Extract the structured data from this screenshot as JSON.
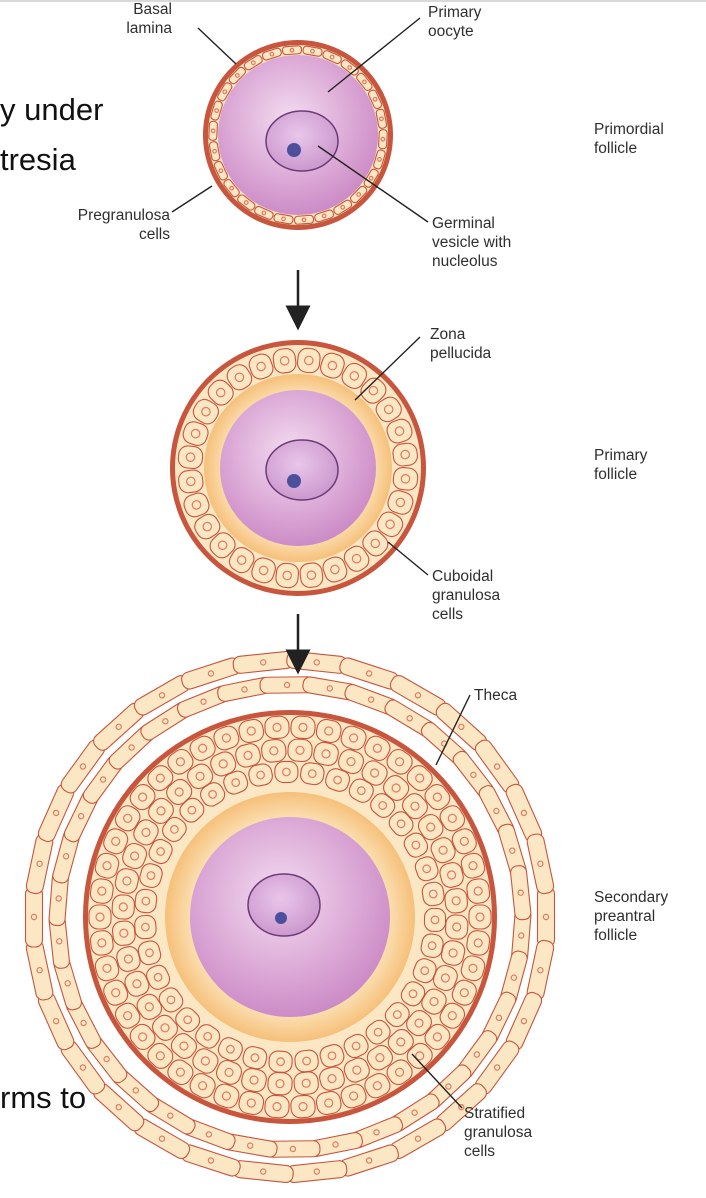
{
  "labels": {
    "basal_lamina": "Basal\nlamina",
    "primary_oocyte": "Primary\noocyte",
    "pregranulosa_cells": "Pregranulosa\ncells",
    "germinal_vesicle": "Germinal\nvesicle with\nnucleolus",
    "zona_pellucida": "Zona\npellucida",
    "cuboidal_granulosa": "Cuboidal\ngranulosa\ncells",
    "theca": "Theca",
    "stratified_granulosa": "Stratified\ngranulosa\ncells"
  },
  "stages": {
    "primordial": "Primordial\nfollicle",
    "primary": "Primary\nfollicle",
    "secondary": "Secondary\npreantral\nfollicle"
  },
  "slide_text": {
    "line1": "y under",
    "line2": "tresia",
    "line3": "rms to"
  },
  "colors": {
    "basal_lamina": "#c8553d",
    "oocyte": "#c985c2",
    "zona_pellucida": "#f7c98a",
    "granulosa_cell": "#fbe7c4",
    "cell_nucleus": "#e07a5f",
    "nucleolus": "#4b4f9c",
    "leader_line": "#222222"
  }
}
